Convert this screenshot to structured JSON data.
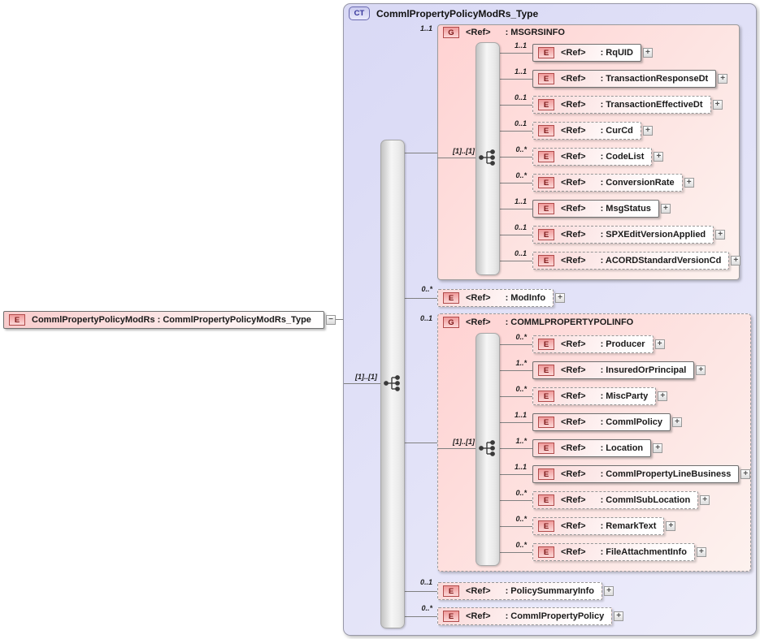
{
  "colors": {
    "container_fill": "#dcdcf6",
    "group_fill": "#ffd6d6",
    "element_fill": "#fbdede",
    "badge_red_border": "#b04a4a",
    "badge_red_text": "#7c1818",
    "ct_badge_border": "#6a6ab0",
    "ct_badge_text": "#34349a",
    "connector": "#808080"
  },
  "icons": {
    "expand": "+",
    "collapse": "−"
  },
  "root": {
    "badge": "E",
    "label": "CommlPropertyPolicyModRs : CommlPropertyPolicyModRs_Type"
  },
  "ct": {
    "badge": "CT",
    "title": "CommlPropertyPolicyModRs_Type",
    "seq_cardinality": "[1]..[1]",
    "items": [
      {
        "type": "group",
        "badge": "G",
        "cardinality": "1..1",
        "ref": "<Ref>",
        "label": ": MSGRSINFO",
        "seq_cardinality": "[1]..[1]",
        "children": [
          {
            "badge": "E",
            "cardinality": "1..1",
            "ref": "<Ref>",
            "label": ": RqUID"
          },
          {
            "badge": "E",
            "cardinality": "1..1",
            "ref": "<Ref>",
            "label": ": TransactionResponseDt"
          },
          {
            "badge": "E",
            "cardinality": "0..1",
            "ref": "<Ref>",
            "label": ": TransactionEffectiveDt"
          },
          {
            "badge": "E",
            "cardinality": "0..1",
            "ref": "<Ref>",
            "label": ": CurCd"
          },
          {
            "badge": "E",
            "cardinality": "0..*",
            "ref": "<Ref>",
            "label": ": CodeList"
          },
          {
            "badge": "E",
            "cardinality": "0..*",
            "ref": "<Ref>",
            "label": ": ConversionRate"
          },
          {
            "badge": "E",
            "cardinality": "1..1",
            "ref": "<Ref>",
            "label": ": MsgStatus"
          },
          {
            "badge": "E",
            "cardinality": "0..1",
            "ref": "<Ref>",
            "label": ": SPXEditVersionApplied"
          },
          {
            "badge": "E",
            "cardinality": "0..1",
            "ref": "<Ref>",
            "label": ": ACORDStandardVersionCd"
          }
        ]
      },
      {
        "type": "element",
        "badge": "E",
        "cardinality": "0..*",
        "ref": "<Ref>",
        "label": ": ModInfo"
      },
      {
        "type": "group",
        "badge": "G",
        "cardinality": "0..1",
        "ref": "<Ref>",
        "label": ": COMMLPROPERTYPOLINFO",
        "seq_cardinality": "[1]..[1]",
        "children": [
          {
            "badge": "E",
            "cardinality": "0..*",
            "ref": "<Ref>",
            "label": ": Producer"
          },
          {
            "badge": "E",
            "cardinality": "1..*",
            "ref": "<Ref>",
            "label": ": InsuredOrPrincipal"
          },
          {
            "badge": "E",
            "cardinality": "0..*",
            "ref": "<Ref>",
            "label": ": MiscParty"
          },
          {
            "badge": "E",
            "cardinality": "1..1",
            "ref": "<Ref>",
            "label": ": CommlPolicy"
          },
          {
            "badge": "E",
            "cardinality": "1..*",
            "ref": "<Ref>",
            "label": ": Location"
          },
          {
            "badge": "E",
            "cardinality": "1..1",
            "ref": "<Ref>",
            "label": ": CommlPropertyLineBusiness"
          },
          {
            "badge": "E",
            "cardinality": "0..*",
            "ref": "<Ref>",
            "label": ": CommlSubLocation"
          },
          {
            "badge": "E",
            "cardinality": "0..*",
            "ref": "<Ref>",
            "label": ": RemarkText"
          },
          {
            "badge": "E",
            "cardinality": "0..*",
            "ref": "<Ref>",
            "label": ": FileAttachmentInfo"
          }
        ]
      },
      {
        "type": "element",
        "badge": "E",
        "cardinality": "0..1",
        "ref": "<Ref>",
        "label": ": PolicySummaryInfo"
      },
      {
        "type": "element",
        "badge": "E",
        "cardinality": "0..*",
        "ref": "<Ref>",
        "label": ": CommlPropertyPolicy"
      }
    ]
  }
}
